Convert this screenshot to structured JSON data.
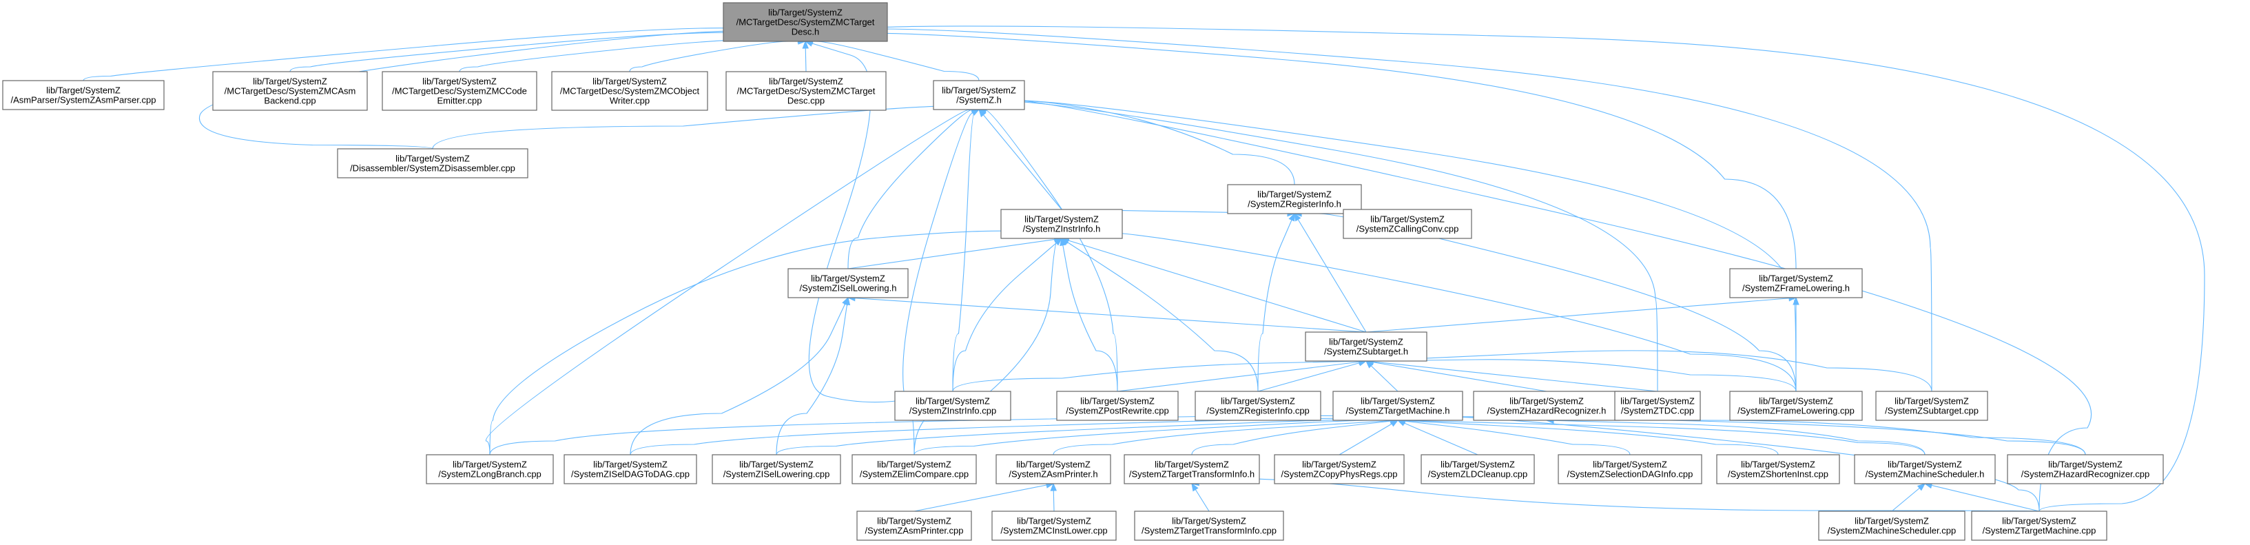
{
  "nodes": {
    "root": [
      "lib/Target/SystemZ",
      "/MCTargetDesc/SystemZMCTarget",
      "Desc.h"
    ],
    "asmparser": [
      "lib/Target/SystemZ",
      "/AsmParser/SystemZAsmParser.cpp"
    ],
    "mcasmbackend": [
      "lib/Target/SystemZ",
      "/MCTargetDesc/SystemZMCAsm",
      "Backend.cpp"
    ],
    "mccodeemitter": [
      "lib/Target/SystemZ",
      "/MCTargetDesc/SystemZMCCode",
      "Emitter.cpp"
    ],
    "mcobjectwriter": [
      "lib/Target/SystemZ",
      "/MCTargetDesc/SystemZMCObject",
      "Writer.cpp"
    ],
    "mctargetdesc_cpp": [
      "lib/Target/SystemZ",
      "/MCTargetDesc/SystemZMCTarget",
      "Desc.cpp"
    ],
    "systemz_h": [
      "lib/Target/SystemZ",
      "/SystemZ.h"
    ],
    "disassembler": [
      "lib/Target/SystemZ",
      "/Disassembler/SystemZDisassembler.cpp"
    ],
    "registerinfo_h": [
      "lib/Target/SystemZ",
      "/SystemZRegisterInfo.h"
    ],
    "instrinfo_h": [
      "lib/Target/SystemZ",
      "/SystemZInstrInfo.h"
    ],
    "callingconv": [
      "lib/Target/SystemZ",
      "/SystemZCallingConv.cpp"
    ],
    "isellowering_h": [
      "lib/Target/SystemZ",
      "/SystemZISelLowering.h"
    ],
    "framelowering_h": [
      "lib/Target/SystemZ",
      "/SystemZFrameLowering.h"
    ],
    "subtarget_h": [
      "lib/Target/SystemZ",
      "/SystemZSubtarget.h"
    ],
    "instrinfo_cpp": [
      "lib/Target/SystemZ",
      "/SystemZInstrInfo.cpp"
    ],
    "postrewrite": [
      "lib/Target/SystemZ",
      "/SystemZPostRewrite.cpp"
    ],
    "registerinfo_cpp": [
      "lib/Target/SystemZ",
      "/SystemZRegisterInfo.cpp"
    ],
    "targetmachine_h": [
      "lib/Target/SystemZ",
      "/SystemZTargetMachine.h"
    ],
    "hazardrecognizer_h": [
      "lib/Target/SystemZ",
      "/SystemZHazardRecognizer.h"
    ],
    "tdc": [
      "lib/Target/SystemZ",
      "/SystemZTDC.cpp"
    ],
    "framelowering_cpp": [
      "lib/Target/SystemZ",
      "/SystemZFrameLowering.cpp"
    ],
    "subtarget_cpp": [
      "lib/Target/SystemZ",
      "/SystemZSubtarget.cpp"
    ],
    "longbranch": [
      "lib/Target/SystemZ",
      "/SystemZLongBranch.cpp"
    ],
    "iseldagtodag": [
      "lib/Target/SystemZ",
      "/SystemZISelDAGToDAG.cpp"
    ],
    "isellowering_cpp": [
      "lib/Target/SystemZ",
      "/SystemZISelLowering.cpp"
    ],
    "elimcompare": [
      "lib/Target/SystemZ",
      "/SystemZElimCompare.cpp"
    ],
    "asmprinter_h": [
      "lib/Target/SystemZ",
      "/SystemZAsmPrinter.h"
    ],
    "tti_h": [
      "lib/Target/SystemZ",
      "/SystemZTargetTransformInfo.h"
    ],
    "copyphysregs": [
      "lib/Target/SystemZ",
      "/SystemZCopyPhysRegs.cpp"
    ],
    "ldcleanup": [
      "lib/Target/SystemZ",
      "/SystemZLDCleanup.cpp"
    ],
    "selectiondaginfo": [
      "lib/Target/SystemZ",
      "/SystemZSelectionDAGInfo.cpp"
    ],
    "shorteninst": [
      "lib/Target/SystemZ",
      "/SystemZShortenInst.cpp"
    ],
    "machinescheduler_h": [
      "lib/Target/SystemZ",
      "/SystemZMachineScheduler.h"
    ],
    "hazardrecognizer_cpp": [
      "lib/Target/SystemZ",
      "/SystemZHazardRecognizer.cpp"
    ],
    "asmprinter_cpp": [
      "lib/Target/SystemZ",
      "/SystemZAsmPrinter.cpp"
    ],
    "mcinstlower": [
      "lib/Target/SystemZ",
      "/SystemZMCInstLower.cpp"
    ],
    "tti_cpp": [
      "lib/Target/SystemZ",
      "/SystemZTargetTransformInfo.cpp"
    ],
    "machinescheduler_cpp": [
      "lib/Target/SystemZ",
      "/SystemZMachineScheduler.cpp"
    ],
    "targetmachine_cpp": [
      "lib/Target/SystemZ",
      "/SystemZTargetMachine.cpp"
    ]
  },
  "colors": {
    "edge": "#63b8ff",
    "node_border": "#666666",
    "node_fill": "#ffffff",
    "root_fill": "#999999"
  }
}
